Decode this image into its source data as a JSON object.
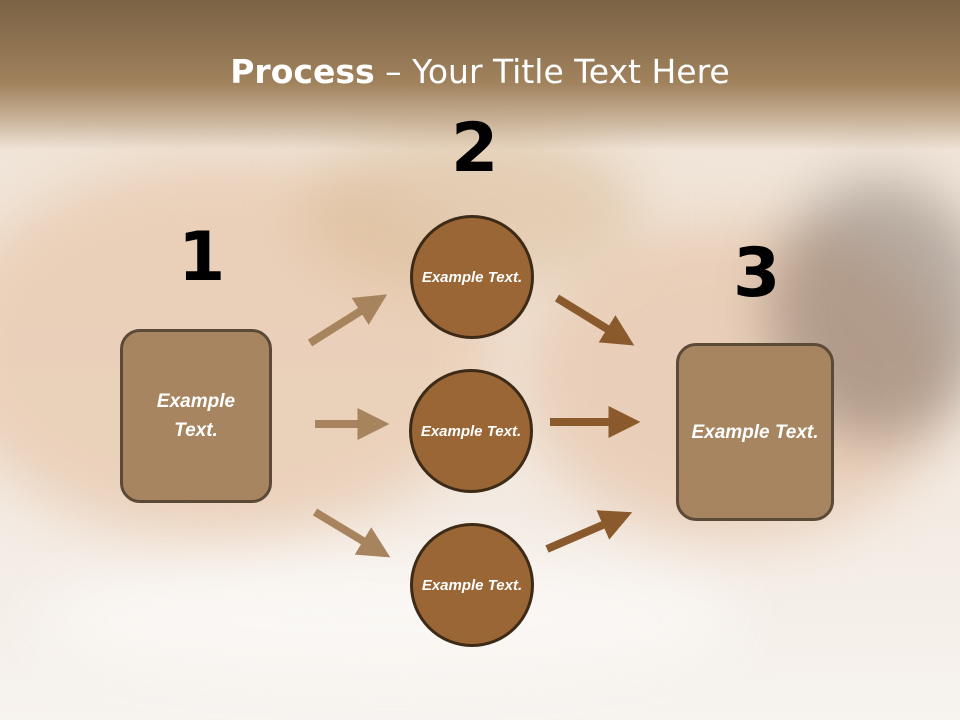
{
  "title": {
    "strong": "Process",
    "rest": " – Your Title Text Here"
  },
  "steps": [
    {
      "number": "1",
      "text": "Example Text."
    },
    {
      "number": "2",
      "items": [
        "Example Text.",
        "Example Text.",
        "Example Text."
      ]
    },
    {
      "number": "3",
      "text": "Example Text."
    }
  ],
  "colors": {
    "title_bar": "#a0825c",
    "box_fill": "#a88561",
    "circle_fill": "#9a6635",
    "arrow_light": "#a8845e",
    "arrow_dark": "#8a5a2c"
  }
}
